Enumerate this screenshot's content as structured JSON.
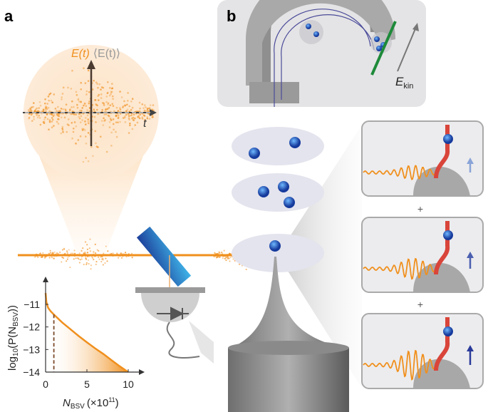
{
  "panels": {
    "a": "a",
    "b": "b"
  },
  "inset_labels": {
    "field": "E(t)",
    "mean_field": "⟨E(t)⟩",
    "time": "t"
  },
  "analyzer": {
    "energy_label_main": "E",
    "energy_label_sub": "kin"
  },
  "plus_labels": [
    "+",
    "+"
  ],
  "colors": {
    "orange": "#f0901e",
    "blue": "#2a4fb0",
    "red": "#d9453a",
    "gray": "#8c8c8c",
    "panel": "#e6e6e8"
  },
  "chart_data": {
    "type": "area",
    "xlabel_main": "N",
    "xlabel_sub": "BSV",
    "xlabel_unit": "(×10",
    "xlabel_exp": "11",
    "xlabel_close": ")",
    "ylabel_pre": "log",
    "ylabel_sub10": "10",
    "ylabel_mid": "(P(N",
    "ylabel_sub": "BSV",
    "ylabel_close": "))",
    "xlim": [
      0,
      10
    ],
    "ylim": [
      -14,
      -10.4
    ],
    "xticks": [
      "0",
      "5",
      "10"
    ],
    "yticks": [
      "-11",
      "-12",
      "-13",
      "-14"
    ],
    "x": [
      0,
      0.1,
      0.3,
      0.6,
      1,
      2,
      3,
      4,
      5,
      6,
      7,
      8,
      9,
      10
    ],
    "y": [
      -10.5,
      -10.9,
      -11.15,
      -11.3,
      -11.45,
      -11.8,
      -12.1,
      -12.4,
      -12.68,
      -12.95,
      -13.2,
      -13.48,
      -13.75,
      -14.0
    ],
    "marker_x": 1,
    "grid": false
  }
}
